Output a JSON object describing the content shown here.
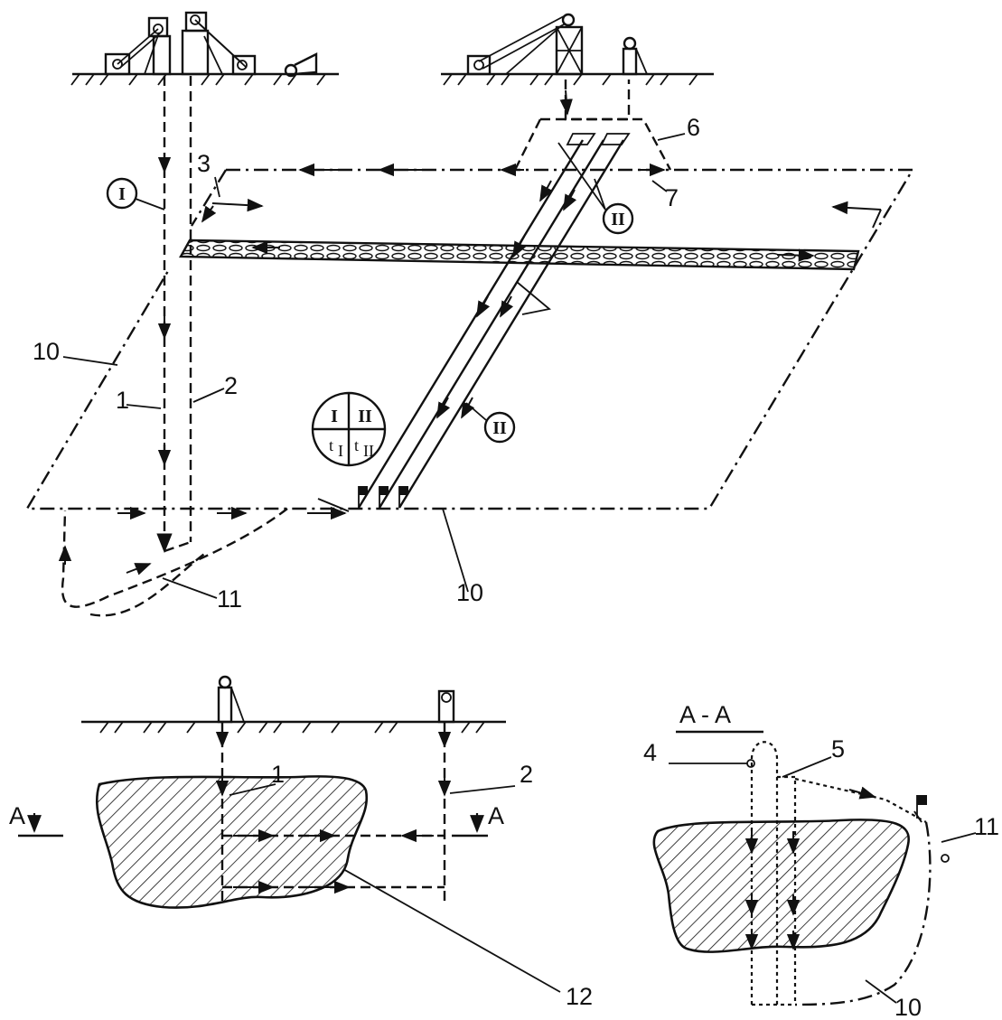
{
  "labels": {
    "l1_top": "1",
    "l2_top": "2",
    "l3": "3",
    "l6": "6",
    "l7": "7",
    "l10_left": "10",
    "l10_bottom": "10",
    "l11_top": "11",
    "l1_bottom": "1",
    "l2_bottom": "2",
    "l12": "12",
    "l4": "4",
    "l5": "5",
    "l11_section": "11",
    "l10_section": "10",
    "section_title": "A - A",
    "section_marker_left": "A",
    "section_marker_right": "A"
  },
  "roman": {
    "one": "I",
    "two_top": "II",
    "two_mid": "II"
  },
  "legend": {
    "q1": "I",
    "q2": "II",
    "q3": "t",
    "q3_sub": "I",
    "q4": "t",
    "q4_sub": "II"
  }
}
